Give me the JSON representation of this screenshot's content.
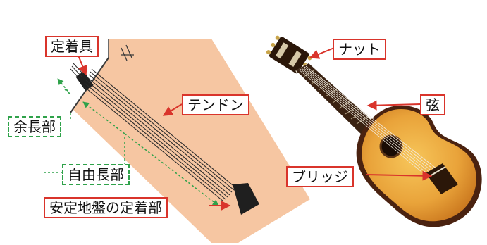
{
  "ground_anchor": {
    "labels": {
      "anchor_head": "定着具",
      "extra_length": "余長部",
      "tendon": "テンドン",
      "free_length": "自由長部",
      "fixed_anchorage": "安定地盤の定着部"
    },
    "colors": {
      "soil": "#f6c6a2",
      "slope_line": "#3a3a3a",
      "tendon": "#2a2a2a",
      "anchor_block": "#1f1f1f",
      "red_frame": "#d9342b",
      "green_frame": "#2fa24a"
    }
  },
  "guitar": {
    "labels": {
      "nut": "ナット",
      "string": "弦",
      "bridge": "ブリッジ"
    },
    "colors": {
      "top_wood": "#e59a2a",
      "top_wood_center": "#f5bf4e",
      "rim": "#4a2210",
      "neck": "#3a2212",
      "headstock": "#2b1709"
    }
  }
}
